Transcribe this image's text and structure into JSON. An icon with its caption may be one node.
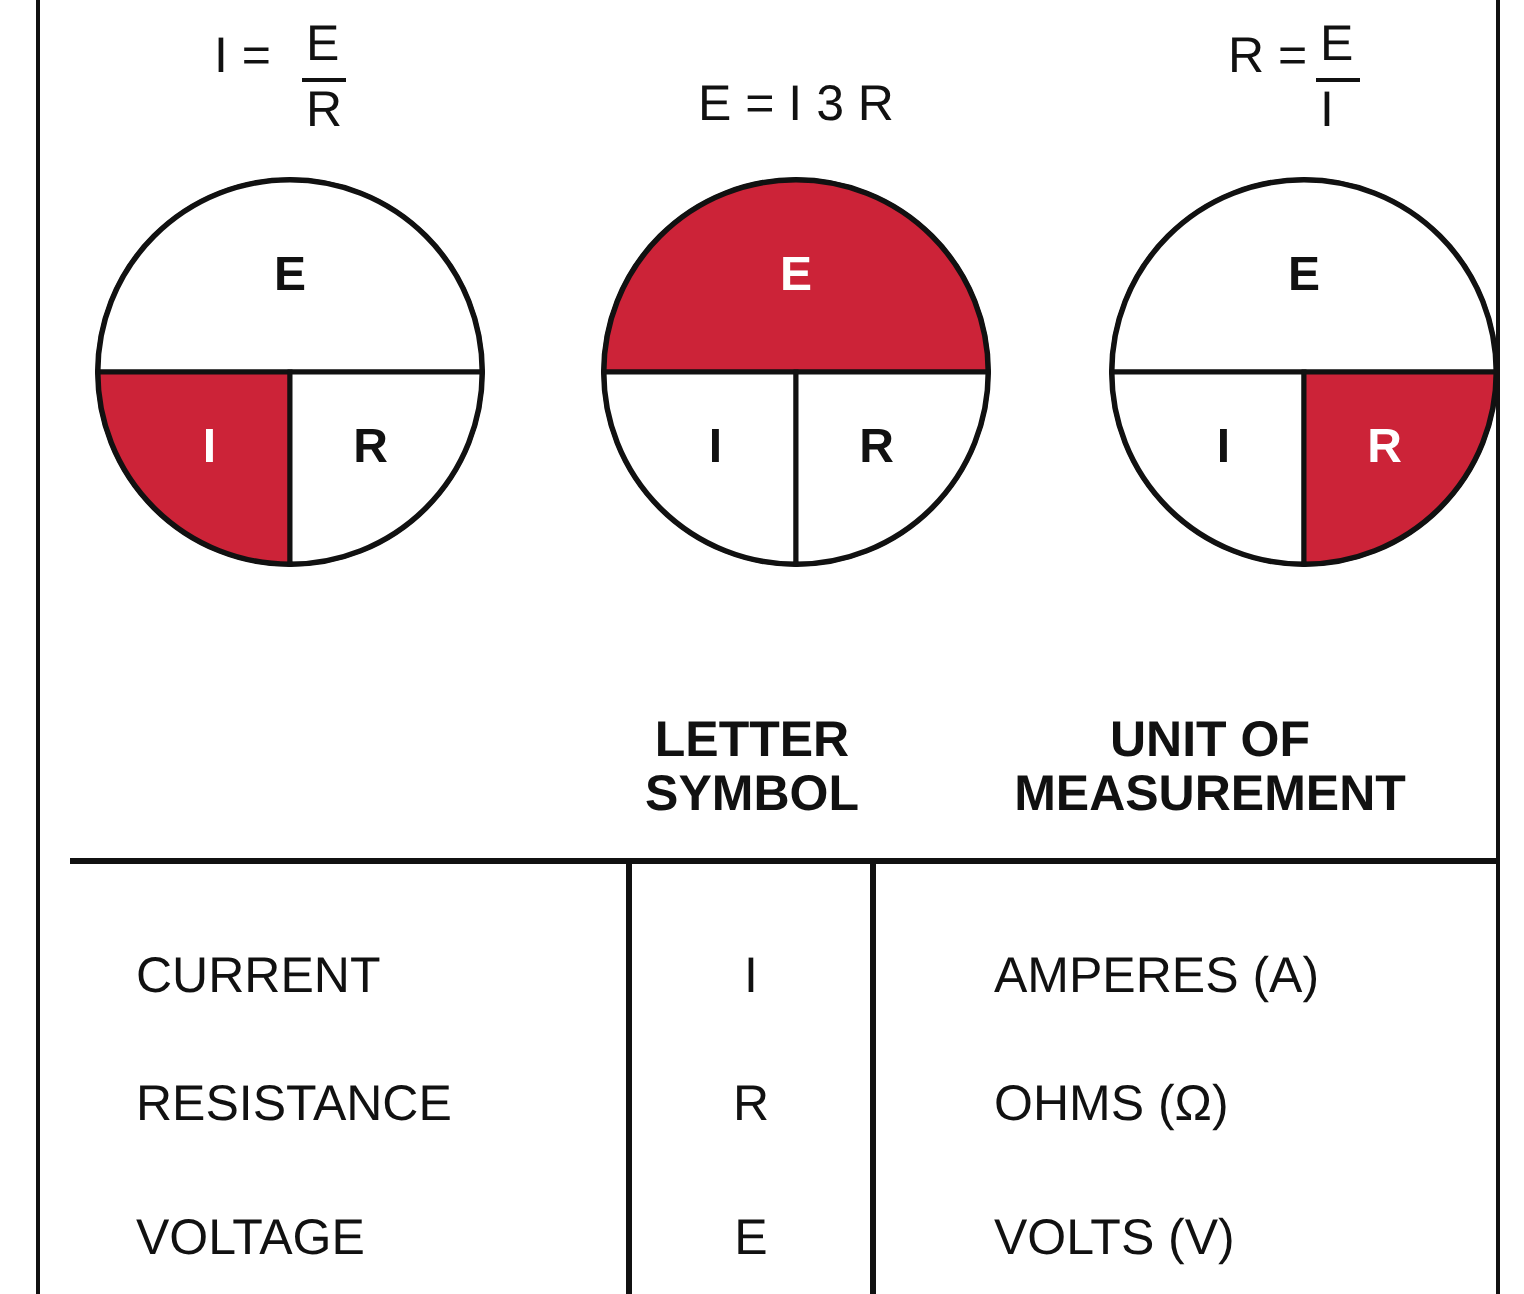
{
  "diagram": {
    "nodes": [
      {
        "text": [
          "I =",
          "E",
          "R"
        ]
      },
      {
        "text": [
          "E"
        ],
        "in": 0
      },
      {
        "text": [
          "I"
        ],
        "in": 0
      },
      {
        "text": [
          "R"
        ],
        "in": 0
      },
      {
        "text": [
          "E = I 3 R"
        ]
      },
      {
        "text": [
          "E"
        ],
        "in": 4
      },
      {
        "text": [
          "I"
        ],
        "in": 4
      },
      {
        "text": [
          "R"
        ],
        "in": 4
      },
      {
        "text": [
          "R =",
          "E",
          "I"
        ]
      },
      {
        "text": [
          "E"
        ],
        "in": 8
      },
      {
        "text": [
          "I"
        ],
        "in": 8
      },
      {
        "text": [
          "R"
        ],
        "in": 8
      }
    ],
    "edges": [],
    "labels": [
      "LETTER SYMBOL",
      "UNIT OF MEASUREMENT",
      "CURRENT",
      "I",
      "AMPERES (A)",
      "RESISTANCE",
      "R",
      "OHMS (Ω)",
      "VOLTAGE",
      "E",
      "VOLTS (V)"
    ]
  }
}
